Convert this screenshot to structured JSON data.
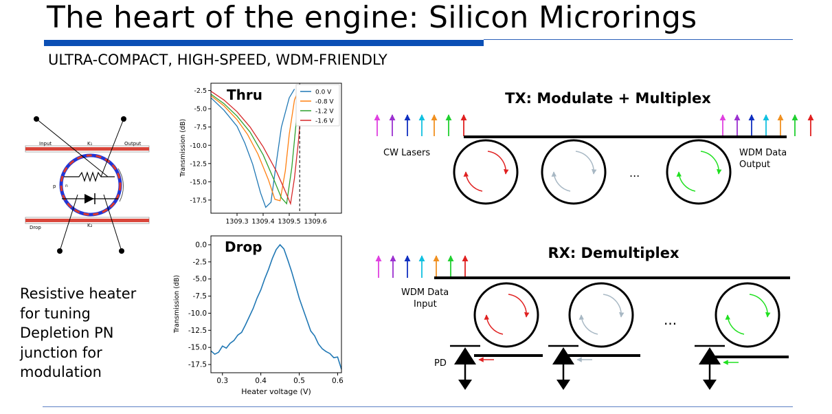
{
  "title": "The heart of the engine: Silicon Microrings",
  "subtitle": "ULTRA-COMPACT, HIGH-SPEED, WDM-FRIENDLY",
  "description": [
    "Resistive heater",
    "for tuning",
    "Depletion PN",
    "junction for",
    "modulation"
  ],
  "ring_diagram": {
    "input": "Input",
    "output": "Output",
    "drop": "Drop",
    "p": "p",
    "n": "n",
    "k1": "K₁",
    "k2": "K₂"
  },
  "colors": {
    "title_bar": "#0b4fb5",
    "laser": [
      "#e040e0",
      "#9b30d0",
      "#1030c0",
      "#10c0e0",
      "#f09020",
      "#20d030",
      "#e02020"
    ]
  },
  "tx": {
    "title": "TX: Modulate + Multiplex",
    "left_label": [
      "CW Lasers"
    ],
    "right_label": [
      "WDM Data",
      "Output"
    ],
    "ellipsis": "..."
  },
  "rx": {
    "title": "RX: Demultiplex",
    "left_label": [
      "WDM Data",
      "Input"
    ],
    "pd_label": "PD",
    "ellipsis": "..."
  },
  "chart_data": [
    {
      "type": "line",
      "title": "Thru",
      "xlabel": "",
      "ylabel": "Transmission (dB)",
      "xlim": [
        1309.2,
        1309.7
      ],
      "ylim": [
        -19.3,
        -1.5
      ],
      "xticks": [
        "1309.3",
        "1309.4",
        "1309.5",
        "1309.6"
      ],
      "yticks": [
        "-2.5",
        "-5.0",
        "-7.5",
        "-10.0",
        "-12.5",
        "-15.0",
        "-17.5"
      ],
      "vline_x": 1309.54,
      "legend_position": "top-right",
      "series": [
        {
          "name": "0.0 V",
          "color": "#1f77b4",
          "x": [
            1309.2,
            1309.25,
            1309.3,
            1309.33,
            1309.36,
            1309.39,
            1309.41,
            1309.43,
            1309.45,
            1309.47,
            1309.5,
            1309.52
          ],
          "y": [
            -3.5,
            -5.2,
            -7.4,
            -9.7,
            -12.6,
            -16.5,
            -18.5,
            -17.8,
            -12.5,
            -7.5,
            -3.5,
            -2.3
          ]
        },
        {
          "name": "-0.8 V",
          "color": "#ff7f0e",
          "x": [
            1309.2,
            1309.25,
            1309.3,
            1309.34,
            1309.38,
            1309.42,
            1309.445,
            1309.465,
            1309.485,
            1309.5,
            1309.52,
            1309.54
          ],
          "y": [
            -3.2,
            -4.6,
            -6.5,
            -8.5,
            -11.2,
            -14.7,
            -17.4,
            -17.6,
            -13.5,
            -8.5,
            -3.8,
            -2.0
          ]
        },
        {
          "name": "-1.2 V",
          "color": "#2ca02c",
          "x": [
            1309.2,
            1309.25,
            1309.3,
            1309.35,
            1309.4,
            1309.44,
            1309.47,
            1309.49,
            1309.51,
            1309.53,
            1309.545
          ],
          "y": [
            -3.0,
            -4.3,
            -6.0,
            -8.2,
            -11.3,
            -14.6,
            -17.2,
            -18.0,
            -13.0,
            -5.6,
            -1.8
          ]
        },
        {
          "name": "-1.6 V",
          "color": "#d62728",
          "x": [
            1309.2,
            1309.25,
            1309.3,
            1309.35,
            1309.4,
            1309.45,
            1309.48,
            1309.505,
            1309.52,
            1309.535,
            1309.55,
            1309.56
          ],
          "y": [
            -2.6,
            -3.8,
            -5.4,
            -7.5,
            -10.2,
            -13.5,
            -15.9,
            -18.0,
            -14.5,
            -9.5,
            -3.5,
            -1.8
          ]
        }
      ]
    },
    {
      "type": "line",
      "title": "Drop",
      "xlabel": "Heater voltage (V)",
      "ylabel": "Transmission (dB)",
      "xlim": [
        0.27,
        0.61
      ],
      "ylim": [
        -18.7,
        1.3
      ],
      "xticks": [
        "0.3",
        "0.4",
        "0.5",
        "0.6"
      ],
      "yticks": [
        "0.0",
        "-2.5",
        "-5.0",
        "-7.5",
        "-10.0",
        "-12.5",
        "-15.0",
        "-17.5"
      ],
      "series": [
        {
          "name": "",
          "color": "#1f77b4",
          "x": [
            0.27,
            0.28,
            0.29,
            0.3,
            0.31,
            0.32,
            0.33,
            0.34,
            0.35,
            0.36,
            0.37,
            0.38,
            0.39,
            0.4,
            0.41,
            0.42,
            0.43,
            0.44,
            0.45,
            0.46,
            0.47,
            0.48,
            0.49,
            0.5,
            0.51,
            0.52,
            0.53,
            0.54,
            0.55,
            0.56,
            0.57,
            0.58,
            0.59,
            0.6,
            0.61
          ],
          "y": [
            -15.5,
            -16.0,
            -15.7,
            -14.8,
            -15.1,
            -14.4,
            -14.0,
            -13.2,
            -12.8,
            -11.7,
            -10.5,
            -9.3,
            -7.8,
            -6.6,
            -5.0,
            -3.6,
            -2.0,
            -0.7,
            0.0,
            -0.6,
            -2.2,
            -3.9,
            -5.8,
            -7.8,
            -9.4,
            -11.0,
            -12.6,
            -13.3,
            -14.5,
            -15.2,
            -15.6,
            -15.9,
            -16.5,
            -16.4,
            -18.2
          ]
        }
      ]
    }
  ]
}
